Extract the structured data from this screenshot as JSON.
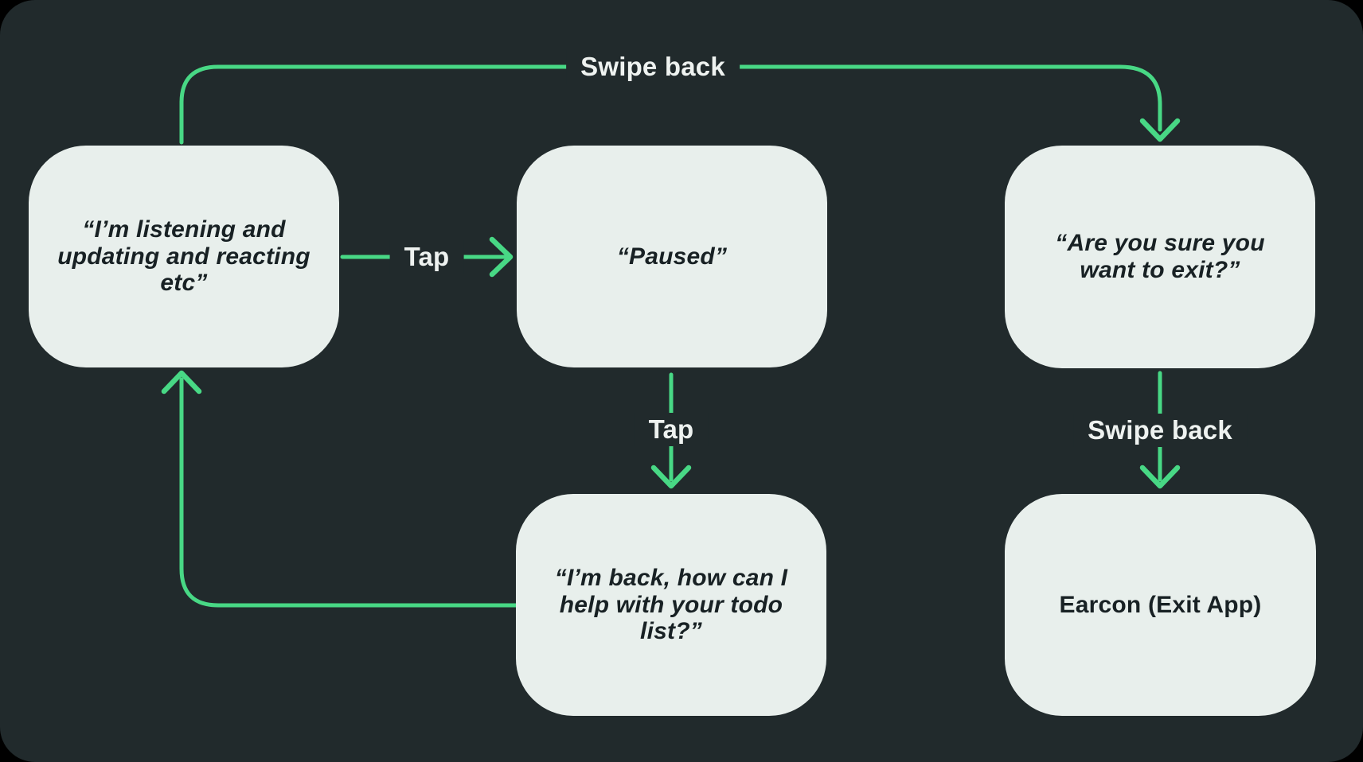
{
  "diagram": {
    "colors": {
      "background": "#000000",
      "panel": "#212a2c",
      "node_fill": "#e8efec",
      "node_text": "#182124",
      "accent_green": "#48d885",
      "label_text": "#eef2f0"
    },
    "nodes": [
      {
        "id": "listening",
        "text": "“I’m listening and\nupdating and reacting\netc”"
      },
      {
        "id": "paused",
        "text": "“Paused”"
      },
      {
        "id": "confirm_exit",
        "text": "“Are you sure you\nwant to exit?”"
      },
      {
        "id": "im_back",
        "text": "“I’m back, how can I\nhelp with your todo\nlist?”"
      },
      {
        "id": "earcon",
        "text": "Earcon (Exit App)"
      }
    ],
    "edges": [
      {
        "from": "listening",
        "to": "confirm_exit",
        "label": "Swipe back"
      },
      {
        "from": "listening",
        "to": "paused",
        "label": "Tap"
      },
      {
        "from": "paused",
        "to": "im_back",
        "label": "Tap"
      },
      {
        "from": "confirm_exit",
        "to": "earcon",
        "label": "Swipe back"
      },
      {
        "from": "im_back",
        "to": "listening",
        "label": ""
      }
    ]
  }
}
